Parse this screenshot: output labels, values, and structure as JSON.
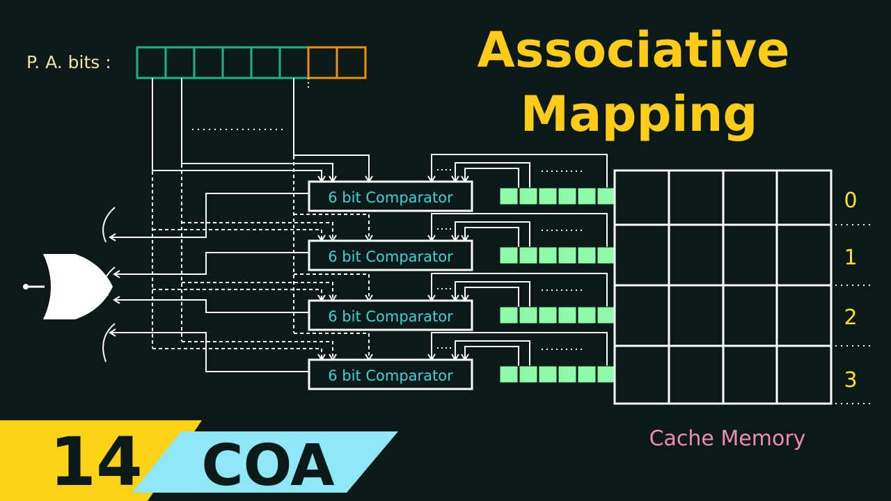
{
  "title_line1": "Associative",
  "title_line2": "Mapping",
  "pa_label": "P. A. bits :",
  "comparator_label": "6 bit Comparator",
  "dots": "...............",
  "row_indices": [
    "0",
    "1",
    "2",
    "3"
  ],
  "cache_label": "Cache Memory",
  "episode_number": "14",
  "course_code": "COA",
  "colors": {
    "background": "#0b1a18",
    "title": "#ffcc1a",
    "pa_label": "#f3e2a9",
    "tag_bits": "#1fb47f",
    "offset_bits": "#f0900e",
    "comparator_text": "#3fd3d6",
    "tag_register": "#8dfba9",
    "row_index": "#ffe12a",
    "cache_label": "#f08cb4",
    "badge_yellow": "#ffd21a",
    "badge_cyan": "#8de7f4",
    "wire": "#ffffff"
  }
}
